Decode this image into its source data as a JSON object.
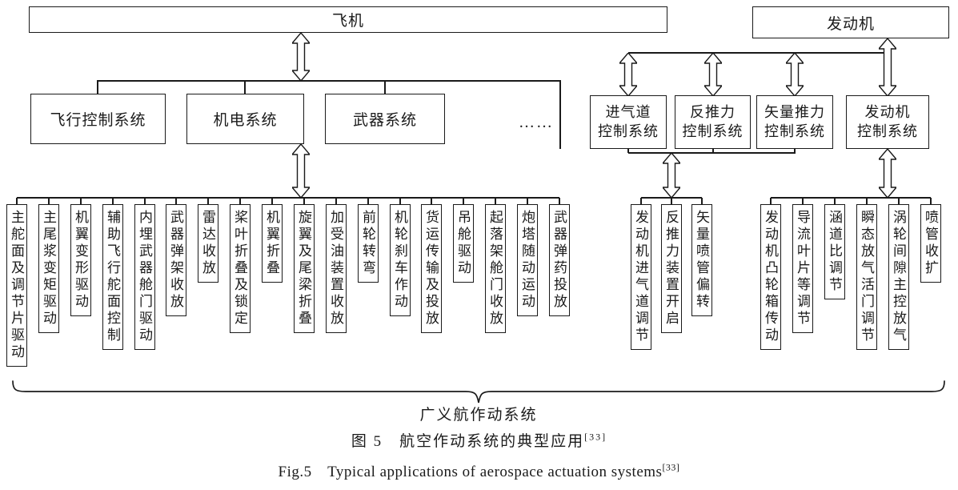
{
  "diagram": {
    "aircraft": "飞机",
    "engine": "发动机",
    "ellipsis": "……",
    "aircraft_systems": [
      "飞行控制系统",
      "机电系统",
      "武器系统"
    ],
    "engine_systems": [
      {
        "line1": "进气道",
        "line2": "控制系统"
      },
      {
        "line1": "反推力",
        "line2": "控制系统"
      },
      {
        "line1": "矢量推力",
        "line2": "控制系统"
      },
      {
        "line1": "发动机",
        "line2": "控制系统"
      }
    ],
    "aircraft_actuations": [
      "主舵面及调节片驱动",
      "主尾浆变矩驱动",
      "机翼变形驱动",
      "辅助飞行舵面控制",
      "内埋武器舱门驱动",
      "武器弹架收放",
      "雷达收放",
      "桨叶折叠及锁定",
      "机翼折叠",
      "旋翼及尾梁折叠",
      "加受油装置收放",
      "前轮转弯",
      "机轮刹车作动",
      "货运传输及投放",
      "吊舱驱动",
      "起落架舱门收放",
      "炮塔随动运动",
      "武器弹药投放"
    ],
    "inlet_actuations": [
      "发动机进气道调节",
      "反推力装置开启",
      "矢量喷管偏转"
    ],
    "engine_actuations": [
      "发动机凸轮箱传动",
      "导流叶片等调节",
      "涵道比调节",
      "瞬态放气活门调节",
      "涡轮间隙主控放气",
      "喷管收扩"
    ],
    "brace_label": "广义航作动系统"
  },
  "caption": {
    "zh": "图 5　航空作动系统的典型应用",
    "zh_ref": "[33]",
    "en": "Fig.5　Typical applications of aerospace actuation systems",
    "en_ref": "[33]"
  },
  "colors": {
    "line": "#1a1a1a",
    "background": "#ffffff"
  }
}
